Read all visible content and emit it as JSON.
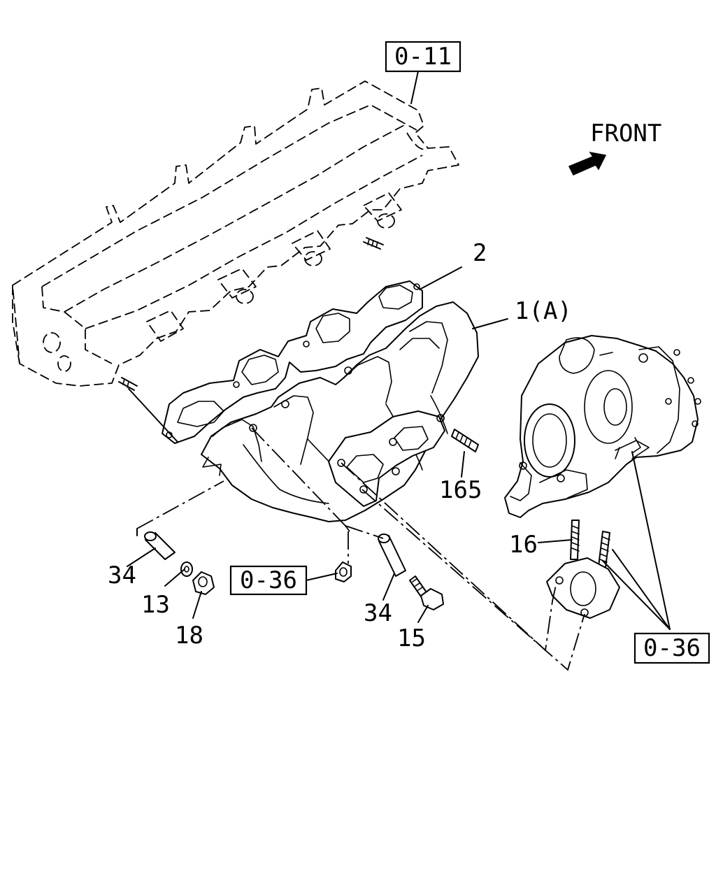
{
  "diagram": {
    "front_label": "FRONT",
    "ref_boxes": {
      "cylinder_head": "0-11",
      "turbo_studs": "0-36",
      "manifold_nut": "0-36"
    },
    "callouts": {
      "gasket": "2",
      "manifold": "1(A)",
      "stud_165": "165",
      "stud_16": "16",
      "collar_left": "34",
      "washer": "13",
      "nut": "18",
      "collar_right": "34",
      "bolt": "15"
    }
  }
}
